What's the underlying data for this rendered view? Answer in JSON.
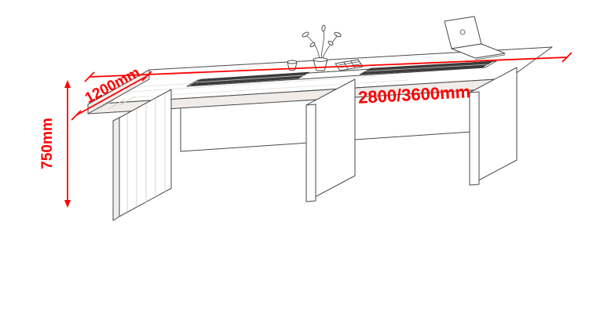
{
  "page": {
    "background": "#ffffff"
  },
  "dimensions": {
    "length_label": "2800/3600mm",
    "depth_label": "1200mm",
    "height_label": "750mm"
  },
  "drawing": {
    "objects": [
      "conference-table",
      "cable-management-channel",
      "open-laptop",
      "potted-plant",
      "teacup",
      "calculator"
    ],
    "colors": {
      "dimension_red": "#ff0000",
      "line": "#4a4a4a",
      "channel_dark": "#3d3d3d",
      "panel_shade": "#efecea"
    }
  }
}
